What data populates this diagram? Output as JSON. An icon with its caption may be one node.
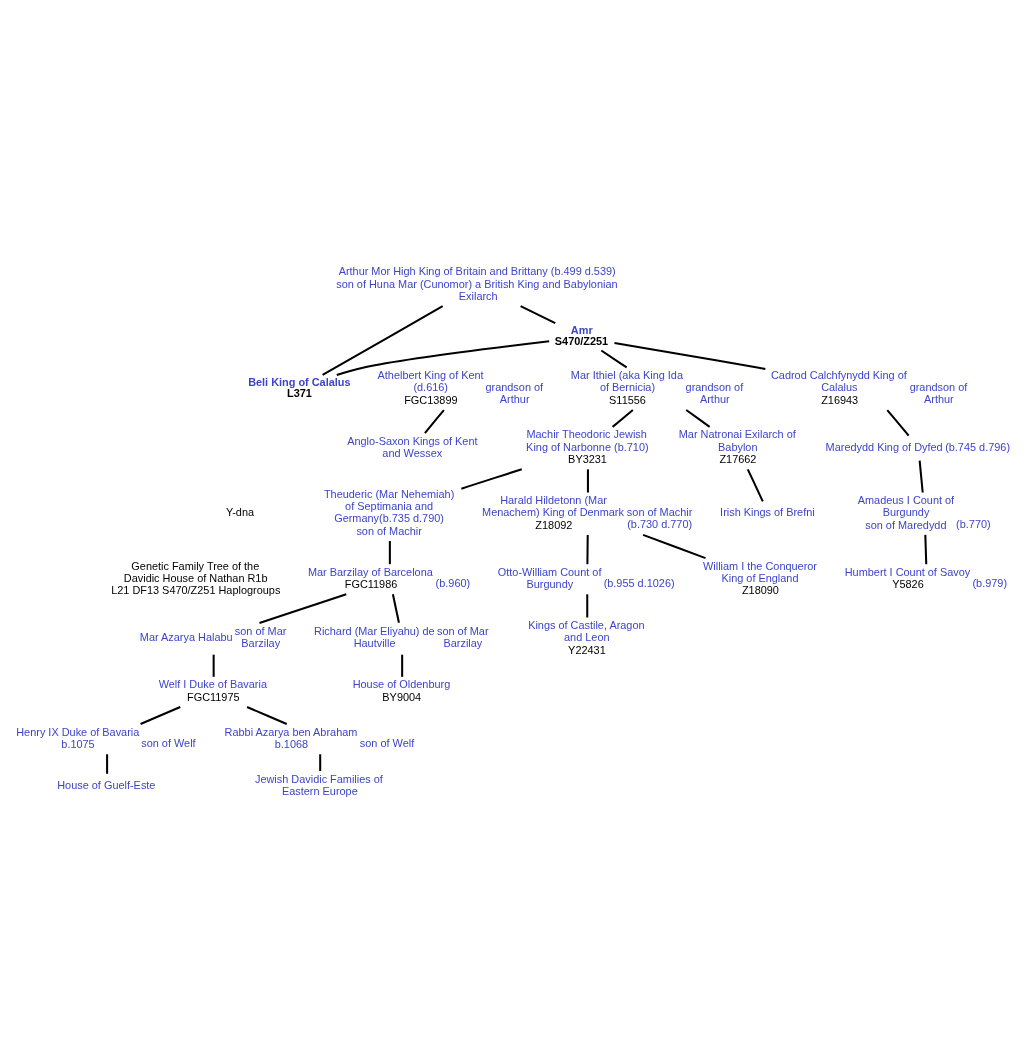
{
  "diagram": {
    "nodes": [
      {
        "text": [
          "Arthur Mor High King of Britain and Brittany (b.499 d.539) son of Huna Mar (Cunomor) a British King and Babylonian Exilarch"
        ]
      },
      {
        "text": [
          "Beli King of Calalus",
          "L371"
        ]
      },
      {
        "text": [
          "Amr",
          "S470/Z251"
        ]
      },
      {
        "text": [
          "Athelbert King of Kent (d.616)",
          "FGC13899"
        ],
        "beside": [
          "grandson of Arthur"
        ]
      },
      {
        "text": [
          "Mar Ithiel (aka King Ida of Bernicia)",
          "S11556"
        ],
        "beside": [
          "grandson of Arthur"
        ]
      },
      {
        "text": [
          "Cadrod Calchfynydd King of Calalus",
          "Z16943"
        ],
        "beside": [
          "grandson of Arthur"
        ]
      },
      {
        "text": [
          "Anglo-Saxon Kings of Kent and Wessex"
        ]
      },
      {
        "text": [
          "Machir Theodoric Jewish King of Narbonne (b.710)",
          "BY3231"
        ]
      },
      {
        "text": [
          "Mar Natronai Exilarch of Babylon",
          "Z17662"
        ]
      },
      {
        "text": [
          "Maredydd King of Dyfed"
        ],
        "beside": [
          "(b.745 d.796)"
        ]
      },
      {
        "text": [
          "Irish Kings of Brefni"
        ]
      },
      {
        "text": [
          "Amadeus I Count of Burgundy",
          "son of Maredydd"
        ],
        "beside": [
          "(b.770)"
        ]
      },
      {
        "text": [
          "Humbert I Count of Savoy",
          "Y5826"
        ],
        "beside": [
          "(b.979)"
        ]
      },
      {
        "text": [
          "Harald Hildetonn (Mar Menachem) King of Denmark",
          "Z18092"
        ],
        "beside": [
          "son of Machir",
          "(b.730 d.770)"
        ]
      },
      {
        "text": [
          "Theuderic (Mar Nehemiah) of Septimania and Germany(b.735 d.790)",
          "son of Machir"
        ]
      },
      {
        "text": [
          "William I the Conqueror King of England",
          "Z18090"
        ]
      },
      {
        "text": [
          "Otto-William Count of Burgundy"
        ],
        "beside": [
          "(b.955 d.1026)"
        ]
      },
      {
        "text": [
          "Mar Barzilay of Barcelona",
          "FGC11986"
        ],
        "beside": [
          "(b.960)"
        ]
      },
      {
        "text": [
          "Kings of Castile, Aragon and Leon",
          "Y22431"
        ]
      },
      {
        "text": [
          "Mar Azarya Halabu"
        ],
        "beside": [
          "son of Mar Barzilay"
        ]
      },
      {
        "text": [
          "Richard (Mar Eliyahu) de Hautville"
        ],
        "beside": [
          "son of Mar Barzilay"
        ]
      },
      {
        "text": [
          "Welf I Duke of Bavaria",
          "FGC11975"
        ]
      },
      {
        "text": [
          "House of Oldenburg",
          "BY9004"
        ]
      },
      {
        "text": [
          "Henry IX Duke of Bavaria b.1075"
        ],
        "beside": [
          "son of Welf"
        ]
      },
      {
        "text": [
          "Rabbi Azarya ben Abraham b.1068"
        ],
        "beside": [
          "son of Welf"
        ]
      },
      {
        "text": [
          "House of Guelf-Este"
        ]
      },
      {
        "text": [
          "Jewish Davidic Families of Eastern Europe"
        ]
      }
    ],
    "edges": [
      {
        "from": 0,
        "to": 1,
        "arrow": "none"
      },
      {
        "from": 0,
        "to": 2,
        "arrow": "none"
      },
      {
        "from": 2,
        "to": 1,
        "arrow": "none"
      },
      {
        "from": 2,
        "to": 4,
        "arrow": "none"
      },
      {
        "from": 2,
        "to": 5,
        "arrow": "none"
      },
      {
        "from": 3,
        "to": 6,
        "arrow": "none"
      },
      {
        "from": 4,
        "to": 7,
        "arrow": "none"
      },
      {
        "from": 4,
        "to": 8,
        "arrow": "none"
      },
      {
        "from": 8,
        "to": 10,
        "arrow": "none"
      },
      {
        "from": 5,
        "to": 9,
        "arrow": "none"
      },
      {
        "from": 9,
        "to": 11,
        "arrow": "none"
      },
      {
        "from": 11,
        "to": 12,
        "arrow": "none"
      },
      {
        "from": 7,
        "to": 13,
        "arrow": "none"
      },
      {
        "from": 7,
        "to": 14,
        "arrow": "none"
      },
      {
        "from": 13,
        "to": 15,
        "arrow": "none"
      },
      {
        "from": 13,
        "to": 16,
        "arrow": "none"
      },
      {
        "from": 16,
        "to": 18,
        "arrow": "none"
      },
      {
        "from": 14,
        "to": 17,
        "arrow": "none"
      },
      {
        "from": 17,
        "to": 19,
        "arrow": "none"
      },
      {
        "from": 17,
        "to": 20,
        "arrow": "none"
      },
      {
        "from": 19,
        "to": 21,
        "arrow": "none"
      },
      {
        "from": 20,
        "to": 22,
        "arrow": "none"
      },
      {
        "from": 21,
        "to": 23,
        "arrow": "none"
      },
      {
        "from": 21,
        "to": 24,
        "arrow": "none"
      },
      {
        "from": 23,
        "to": 25,
        "arrow": "none"
      },
      {
        "from": 24,
        "to": 26,
        "arrow": "none"
      }
    ],
    "labels": [
      "Y-dna",
      "Genetic Family Tree of the Davidic House of Nathan R1b L21 DF13 S470/Z251 Haplogroups"
    ]
  }
}
